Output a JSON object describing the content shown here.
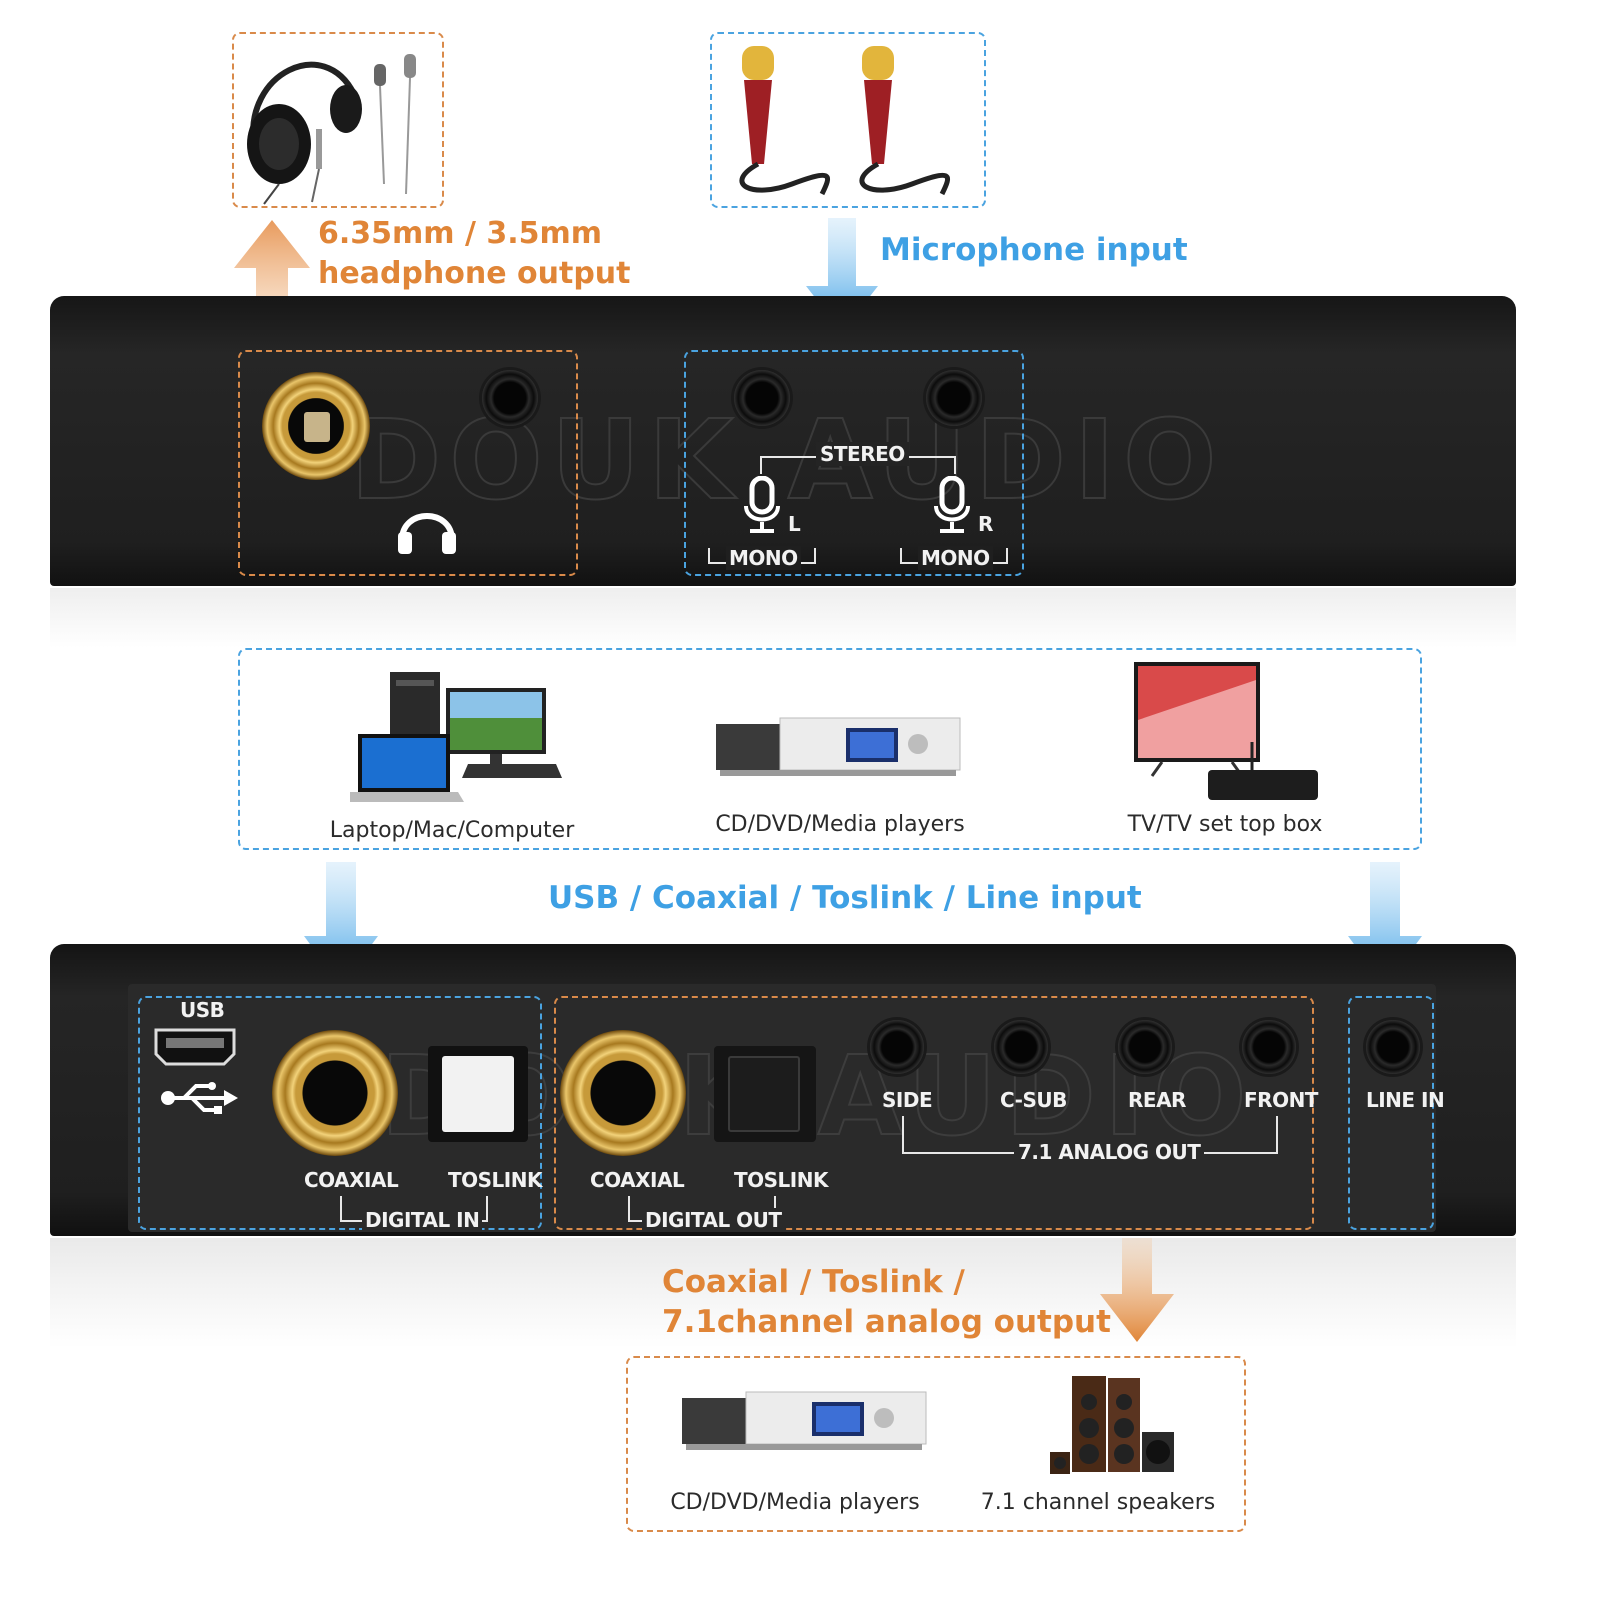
{
  "callouts": {
    "headphone": [
      "6.35mm / 3.5mm",
      "headphone output"
    ],
    "microphone": "Microphone input",
    "inputs": "USB / Coaxial / Toslink / Line input",
    "outputs": [
      "Coaxial / Toslink /",
      "7.1channel analog output"
    ]
  },
  "sources": [
    {
      "label": "Laptop/Mac/Computer",
      "icon": "computer-icon"
    },
    {
      "label": "CD/DVD/Media players",
      "icon": "media-player-icon"
    },
    {
      "label": "TV/TV set top box",
      "icon": "tv-icon"
    }
  ],
  "destinations": [
    {
      "label": "CD/DVD/Media players",
      "icon": "media-player-icon"
    },
    {
      "label": "7.1 channel speakers",
      "icon": "speakers-icon"
    }
  ],
  "front_panel": {
    "stereo": "STEREO",
    "mono_left": "MONO",
    "mono_right": "MONO",
    "left": "L",
    "right": "R"
  },
  "rear_panel": {
    "usb": "USB",
    "coaxial_in": "COAXIAL",
    "toslink_in": "TOSLINK",
    "digital_in": "DIGITAL IN",
    "coaxial_out": "COAXIAL",
    "toslink_out": "TOSLINK",
    "digital_out": "DIGITAL OUT",
    "side": "SIDE",
    "csub": "C-SUB",
    "rear": "REAR",
    "front": "FRONT",
    "analog_out": "7.1 ANALOG OUT",
    "line_in": "LINE IN"
  },
  "colors": {
    "orange": "#e08537",
    "blue": "#3ea0e4",
    "panel": "#1e1e1e"
  }
}
